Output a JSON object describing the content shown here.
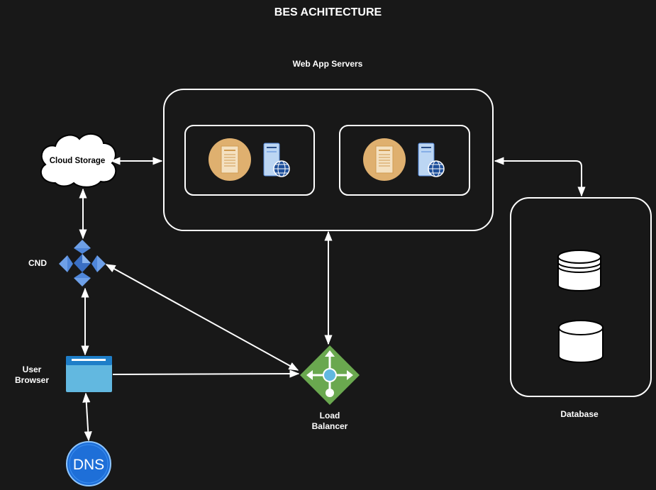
{
  "title": "BES ACHITECTURE",
  "labels": {
    "web_app_servers": "Web App Servers",
    "cloud_storage": "Cloud Storage",
    "cdn": "CND",
    "user_browser_line1": "User",
    "user_browser_line2": "Browser",
    "load_balancer_line1": "Load",
    "load_balancer_line2": "Balancer",
    "database": "Database",
    "dns": "DNS"
  },
  "colors": {
    "background": "#181818",
    "stroke": "#ffffff",
    "server_circle": "#dfb06f",
    "server_icon_blue": "#bcd6f3",
    "cdn_blue": "#4f86d9",
    "browser_blue": "#62b8e0",
    "load_balancer_green": "#6aa84f",
    "dns_blue": "#1e6fd8"
  }
}
